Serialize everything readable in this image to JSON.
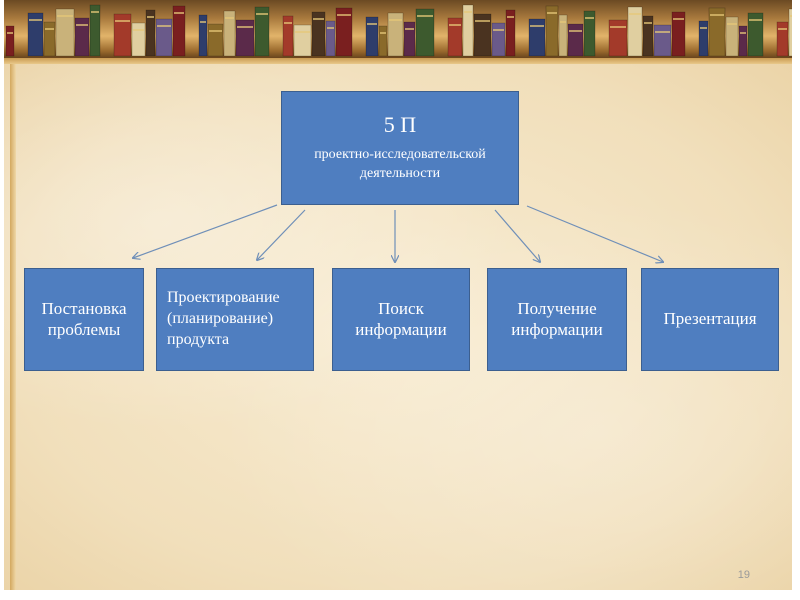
{
  "root": {
    "title": "5 П",
    "subtitle": "проектно-исследовательской деятельности"
  },
  "children": [
    {
      "label": "Постановка проблемы"
    },
    {
      "label": "Проектирование (планирование) продукта"
    },
    {
      "label": "Поиск информации"
    },
    {
      "label": "Получение информации"
    },
    {
      "label": "Презентация"
    }
  ],
  "page_number": "19",
  "colors": {
    "box_fill": "#4f7ec0",
    "box_border": "#3c5f8f",
    "arrow": "#6f8fb8",
    "text": "#ffffff",
    "background": "#f3e4c4"
  }
}
